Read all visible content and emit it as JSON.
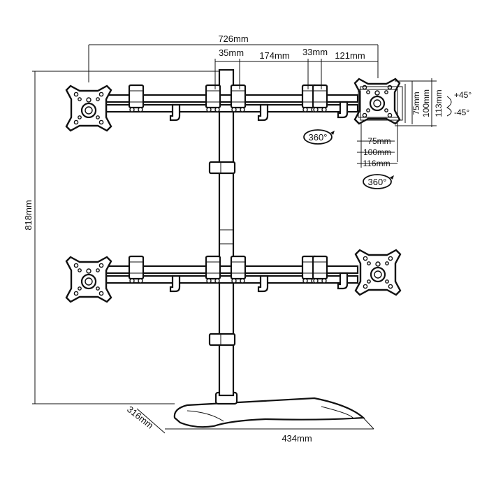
{
  "dimensions": {
    "total_width": "726mm",
    "pole_offset": "35mm",
    "arm_segment": "174mm",
    "clamp_width": "33mm",
    "arm_end": "121mm",
    "height": "818mm",
    "base_depth": "316mm",
    "base_width": "434mm"
  },
  "vesa": {
    "vertical": [
      "75mm",
      "100mm",
      "113mm"
    ],
    "horizontal": [
      "75mm",
      "100mm",
      "116mm"
    ],
    "tilt_up": "+45°",
    "tilt_down": "-45°"
  },
  "rotation_labels": [
    "360°",
    "360°"
  ]
}
